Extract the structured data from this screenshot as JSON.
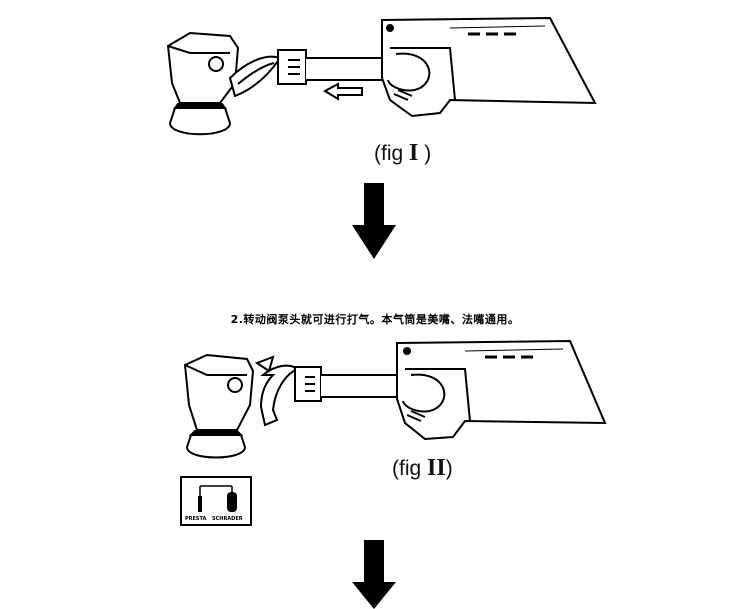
{
  "figure_1": {
    "label_prefix": "(fig ",
    "label_number": "I",
    "label_suffix": " )"
  },
  "step_text": "2.转动阀泵头就可进行打气。本气筒是美嘴、法嘴通用。",
  "figure_2": {
    "label_prefix": "(fig ",
    "label_number": "II",
    "label_suffix": ")"
  },
  "valve_selector": {
    "presta": "PRESTA",
    "schrader": "SCHRADER"
  },
  "colors": {
    "ink": "#000000",
    "background": "#ffffff"
  }
}
